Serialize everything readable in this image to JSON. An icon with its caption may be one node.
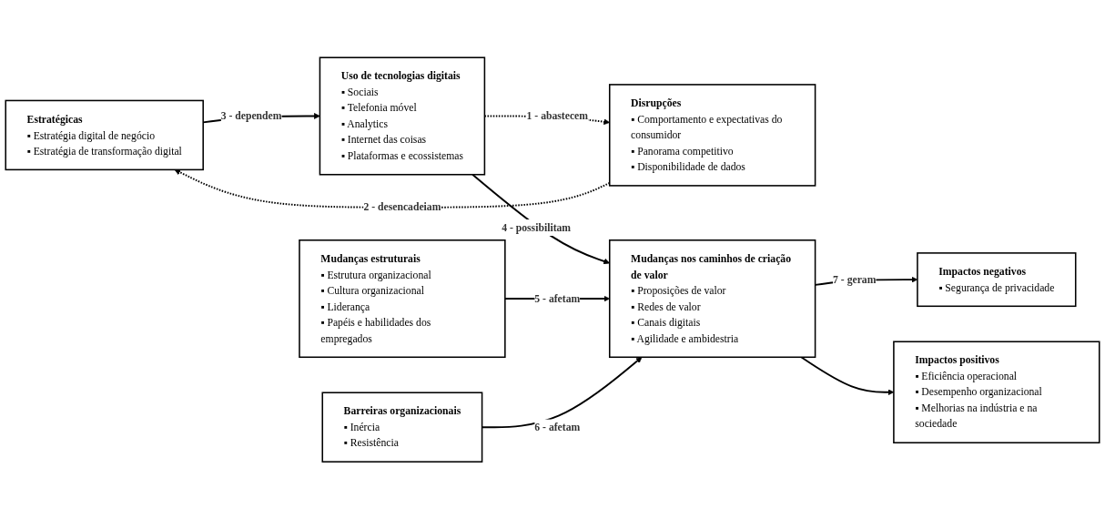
{
  "diagram": {
    "nodes": [
      {
        "text": [
          "Estratégicas",
          "▪ Estratégia digital de negócio",
          "▪ Estratégia de transformação digital"
        ]
      },
      {
        "text": [
          "Mudanças estruturais",
          "▪ Estrutura organizacional",
          "▪ Cultura organizacional",
          "▪ Liderança",
          "▪ Papéis e habilidades dos empregados"
        ]
      },
      {
        "text": [
          "Disrupções",
          "▪ Comportamento e expectativas do consumidor",
          "▪ Panorama competitivo",
          "▪ Disponibilidade de dados"
        ]
      },
      {
        "text": [
          "Uso de tecnologias digitais",
          "▪ Sociais",
          "▪ Telefonia móvel",
          "▪ Analytics",
          "▪ Internet das coisas",
          "▪ Plataformas e ecossistemas"
        ]
      },
      {
        "text": [
          "Mudanças nos caminhos de criação de valor",
          "▪ Proposições de valor",
          "▪ Redes de valor",
          "▪ Canais digitais",
          "▪ Agilidade e ambidestria"
        ]
      },
      {
        "text": [
          "Impactos negativos",
          "▪ Segurança de privacidade"
        ]
      },
      {
        "text": [
          "Impactos positivos",
          "▪ Eficiência operacional",
          "▪ Desempenho organizacional",
          "▪ Melhorias na indústria e na sociedade"
        ]
      },
      {
        "text": [
          "Barreiras organizacionais",
          "▪ Inércia",
          "▪ Resistência"
        ]
      }
    ],
    "edges": [
      {
        "from": 3,
        "to": 2,
        "arrow": "to",
        "label": "1 - abastecem",
        "style": "dashed"
      },
      {
        "from": 2,
        "to": 0,
        "arrow": "to",
        "label": "2 - desencadeiam",
        "style": "dashed"
      },
      {
        "from": 0,
        "to": 3,
        "arrow": "to",
        "label": "3 - dependem"
      },
      {
        "from": 3,
        "to": 4,
        "arrow": "to",
        "label": "4 - possibilitam"
      },
      {
        "from": 1,
        "to": 4,
        "arrow": "to",
        "label": "5 - afetam"
      },
      {
        "from": 7,
        "to": 4,
        "arrow": "to",
        "label": "6 - afetam"
      },
      {
        "from": 4,
        "to": 5,
        "arrow": "to",
        "label": "7 - geram"
      },
      {
        "from": 4,
        "to": 6,
        "arrow": "to"
      }
    ]
  }
}
